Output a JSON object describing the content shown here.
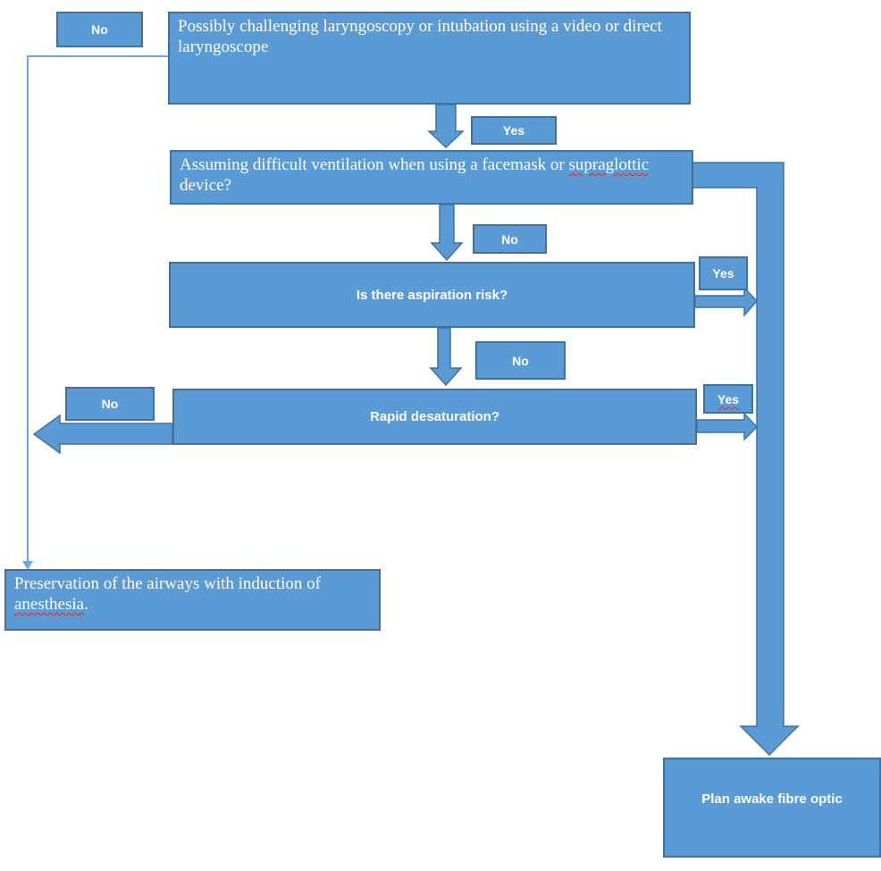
{
  "palette": {
    "box_fill": "#5b9bd5",
    "box_border": "#41719c",
    "thin_connector": "#6fa8dc",
    "text": "#ffffff",
    "spellcheck_squiggle": "#d93025"
  },
  "flowchart": {
    "q1": {
      "text": "Possibly challenging laryngoscopy or intubation using a video or direct laryngoscope"
    },
    "q2": {
      "before": "Assuming difficult ventilation when using a facemask or ",
      "flagged": "supraglottic",
      "after": " device?"
    },
    "q3": {
      "text": "Is there aspiration risk?"
    },
    "q4": {
      "text": "Rapid desaturation?"
    },
    "outcome_preserve": {
      "before": "Preservation of the airways with induction of ",
      "flagged": "anesthesia",
      "after": "."
    },
    "outcome_awake": {
      "text": "Plan awake fibre optic"
    },
    "labels": {
      "no_top": "No",
      "yes_q1": "Yes",
      "no_q2": "No",
      "yes_q3": "Yes",
      "no_q3": "No",
      "yes_q4": "Yes",
      "no_q4": "No"
    }
  }
}
